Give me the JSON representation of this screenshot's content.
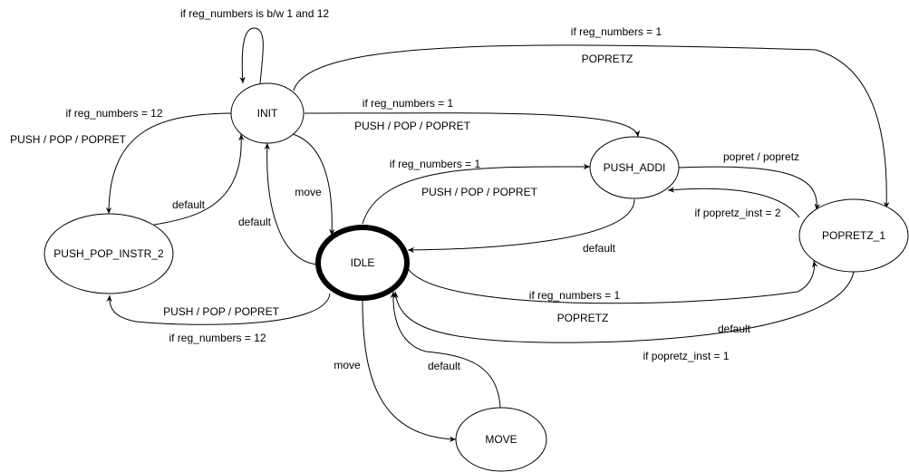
{
  "states": {
    "init": "INIT",
    "push_addi": "PUSH_ADDI",
    "push_pop_instr_2": "PUSH_POP_INSTR_2",
    "idle": "IDLE",
    "popretz_1": "POPRETZ_1",
    "move": "MOVE"
  },
  "labels": {
    "init_self_loop": "if reg_numbers is b/w 1 and 12",
    "init_to_popretz_cond": "if reg_numbers = 1",
    "init_to_popretz_action": "POPRETZ",
    "init_to_push_addi_cond": "if reg_numbers = 1",
    "init_to_push_addi_action": "PUSH / POP / POPRET",
    "init_to_ppi2_cond": "if reg_numbers = 12",
    "init_to_ppi2_action": "PUSH / POP / POPRET",
    "ppi2_to_init": "default",
    "idle_to_init": "default",
    "init_to_idle": "move",
    "idle_to_push_addi_cond": "if reg_numbers = 1",
    "idle_to_push_addi_action": "PUSH / POP / POPRET",
    "push_addi_to_popretz": "popret / popretz",
    "popretz_to_push_addi": "if popretz_inst = 2",
    "push_addi_to_idle": "default",
    "idle_to_popretz_cond": "if reg_numbers = 1",
    "idle_to_popretz_action": "POPRETZ",
    "popretz_to_idle_default": "default",
    "popretz_to_idle_cond": "if popretz_inst = 1",
    "idle_to_ppi2_action": "PUSH / POP / POPRET",
    "idle_to_ppi2_cond": "if reg_numbers = 12",
    "idle_to_move": "move",
    "move_to_idle": "default"
  }
}
